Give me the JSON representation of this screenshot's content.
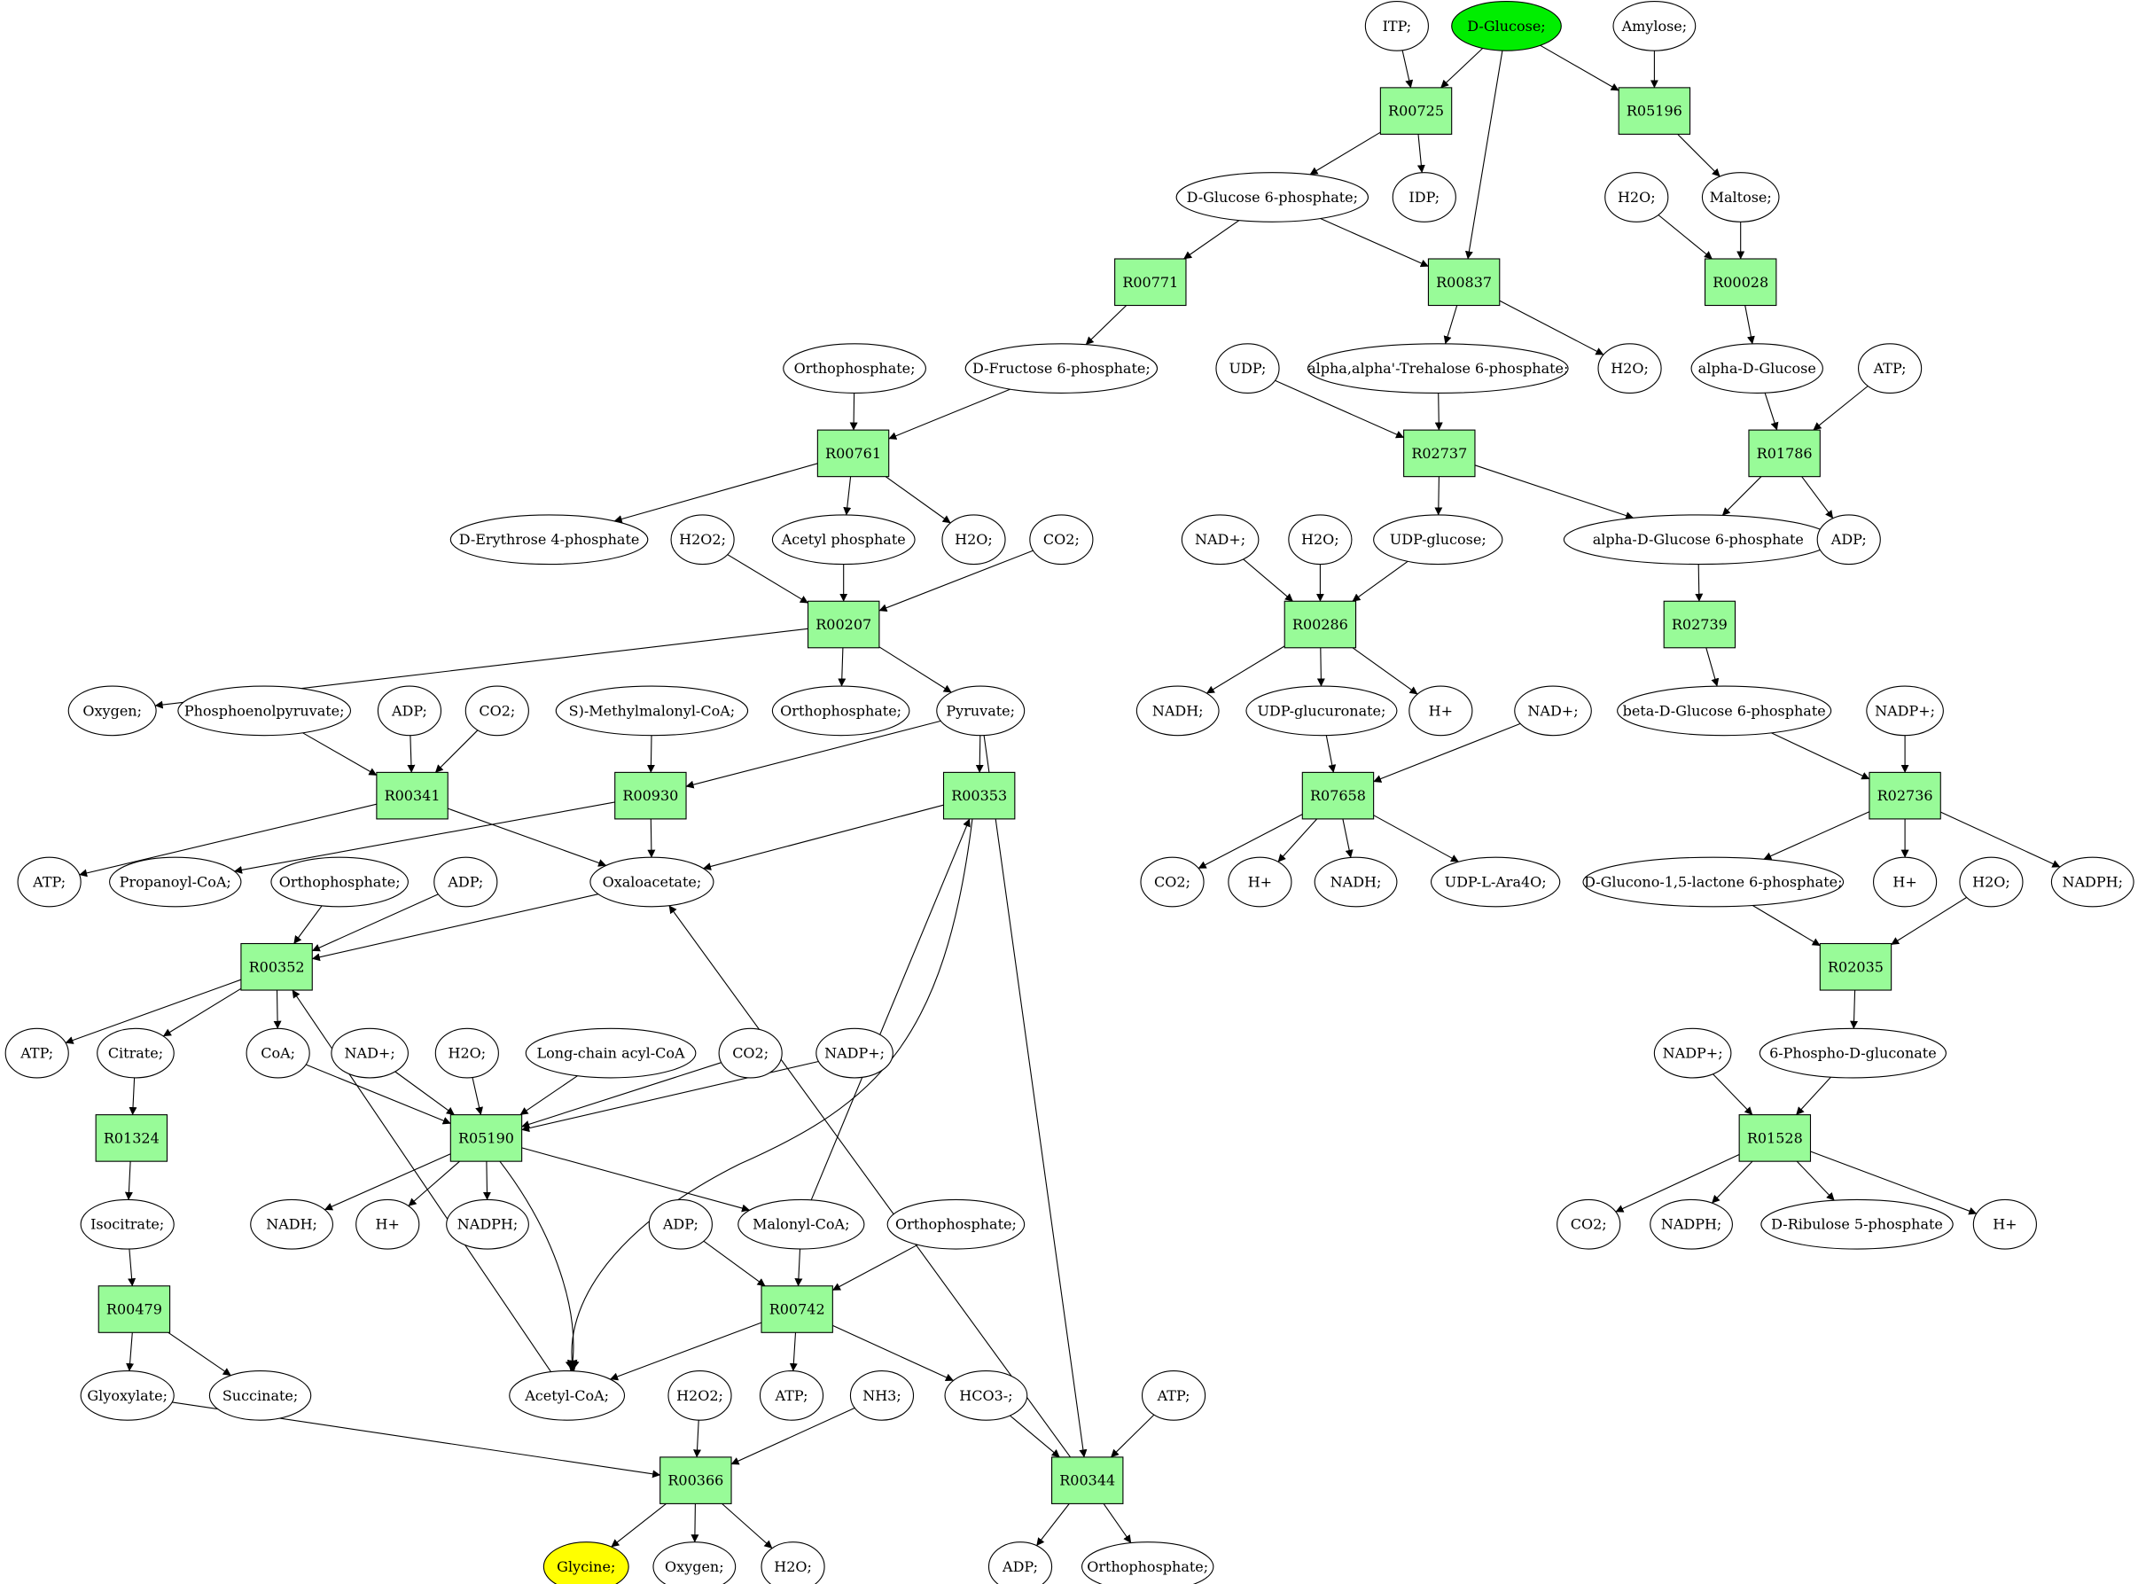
{
  "colors": {
    "reaction_fill": "#98fb98",
    "start_fill": "#00ee00",
    "target_fill": "#ffff00",
    "compound_fill": "#ffffff",
    "line": "#000000"
  },
  "reactions": [
    "R00725",
    "R05196",
    "R00771",
    "R00837",
    "R00028",
    "R00761",
    "R02737",
    "R01786",
    "R00207",
    "R00286",
    "R02739",
    "R00341",
    "R00930",
    "R00353",
    "R07658",
    "R02736",
    "R00352",
    "R02035",
    "R01324",
    "R05190",
    "R01528",
    "R00479",
    "R00742",
    "R00366",
    "R00344"
  ],
  "compounds": [
    {
      "label": "ITP;"
    },
    {
      "label": "D-Glucose;",
      "role": "start"
    },
    {
      "label": "Amylose;"
    },
    {
      "label": "D-Glucose 6-phosphate;"
    },
    {
      "label": "IDP;"
    },
    {
      "label": "H2O;"
    },
    {
      "label": "Maltose;"
    },
    {
      "label": "Orthophosphate;"
    },
    {
      "label": "D-Fructose 6-phosphate;"
    },
    {
      "label": "UDP;"
    },
    {
      "label": "alpha,alpha'-Trehalose 6-phosphate;"
    },
    {
      "label": "H2O;"
    },
    {
      "label": "alpha-D-Glucose"
    },
    {
      "label": "ATP;"
    },
    {
      "label": "D-Erythrose 4-phosphate"
    },
    {
      "label": "H2O2;"
    },
    {
      "label": "Acetyl phosphate"
    },
    {
      "label": "H2O;"
    },
    {
      "label": "CO2;"
    },
    {
      "label": "NAD+;"
    },
    {
      "label": "H2O;"
    },
    {
      "label": "UDP-glucose;"
    },
    {
      "label": "alpha-D-Glucose 6-phosphate"
    },
    {
      "label": "ADP;"
    },
    {
      "label": "Oxygen;"
    },
    {
      "label": "Phosphoenolpyruvate;"
    },
    {
      "label": "ADP;"
    },
    {
      "label": "CO2;"
    },
    {
      "label": "S)-Methylmalonyl-CoA;"
    },
    {
      "label": "Orthophosphate;"
    },
    {
      "label": "Pyruvate;"
    },
    {
      "label": "NADH;"
    },
    {
      "label": "UDP-glucuronate;"
    },
    {
      "label": "H+"
    },
    {
      "label": "NAD+;"
    },
    {
      "label": "beta-D-Glucose 6-phosphate"
    },
    {
      "label": "NADP+;"
    },
    {
      "label": "ATP;"
    },
    {
      "label": "Propanoyl-CoA;"
    },
    {
      "label": "Orthophosphate;"
    },
    {
      "label": "ADP;"
    },
    {
      "label": "Oxaloacetate;"
    },
    {
      "label": "CO2;"
    },
    {
      "label": "H+"
    },
    {
      "label": "NADH;"
    },
    {
      "label": "UDP-L-Ara4O;"
    },
    {
      "label": "D-Glucono-1,5-lactone 6-phosphate;"
    },
    {
      "label": "H+"
    },
    {
      "label": "H2O;"
    },
    {
      "label": "NADPH;"
    },
    {
      "label": "ATP;"
    },
    {
      "label": "Citrate;"
    },
    {
      "label": "CoA;"
    },
    {
      "label": "NAD+;"
    },
    {
      "label": "H2O;"
    },
    {
      "label": "Long-chain acyl-CoA"
    },
    {
      "label": "CO2;"
    },
    {
      "label": "NADP+;"
    },
    {
      "label": "NADP+;"
    },
    {
      "label": "6-Phospho-D-gluconate"
    },
    {
      "label": "Isocitrate;"
    },
    {
      "label": "NADH;"
    },
    {
      "label": "H+"
    },
    {
      "label": "NADPH;"
    },
    {
      "label": "ADP;"
    },
    {
      "label": "Malonyl-CoA;"
    },
    {
      "label": "Orthophosphate;"
    },
    {
      "label": "CO2;"
    },
    {
      "label": "NADPH;"
    },
    {
      "label": "D-Ribulose 5-phosphate"
    },
    {
      "label": "H+"
    },
    {
      "label": "Glyoxylate;"
    },
    {
      "label": "Succinate;"
    },
    {
      "label": "Acetyl-CoA;"
    },
    {
      "label": "H2O2;"
    },
    {
      "label": "ATP;"
    },
    {
      "label": "NH3;"
    },
    {
      "label": "HCO3-;"
    },
    {
      "label": "ATP;"
    },
    {
      "label": "Glycine;",
      "role": "target"
    },
    {
      "label": "Oxygen;"
    },
    {
      "label": "H2O;"
    },
    {
      "label": "ADP;"
    },
    {
      "label": "Orthophosphate;"
    }
  ]
}
